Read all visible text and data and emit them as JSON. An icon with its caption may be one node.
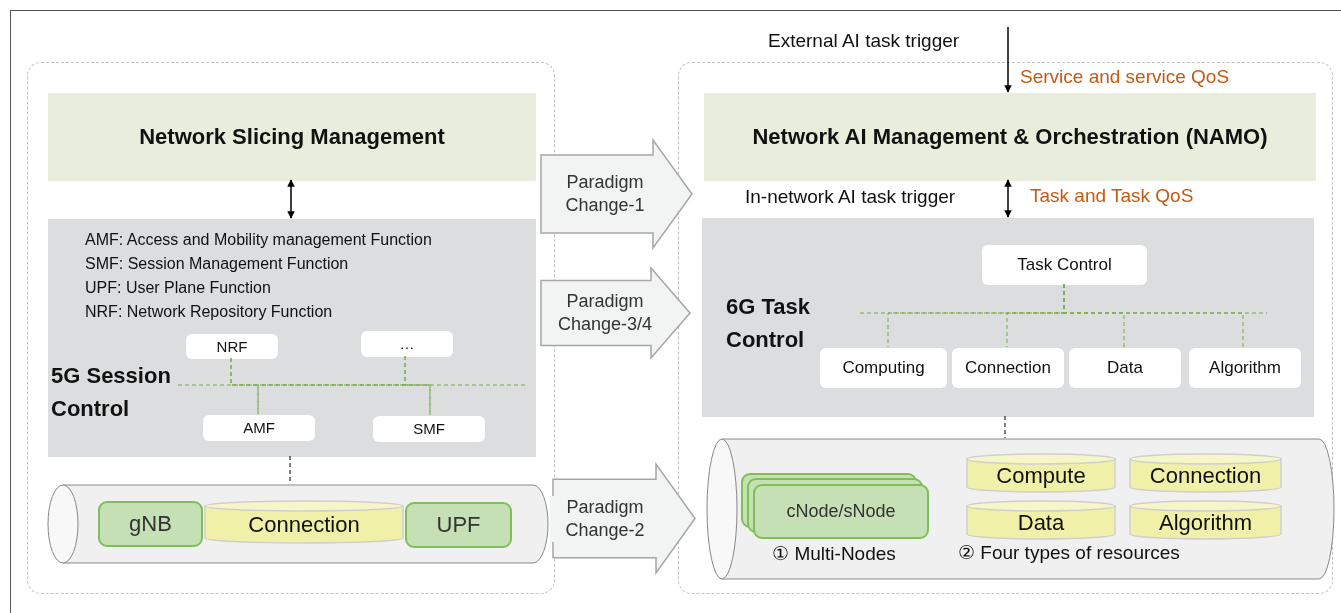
{
  "diagram": {
    "nodes": [
      {
        "text": [],
        "shape": "box"
      },
      {
        "text": [
          "Network Slicing Management"
        ],
        "in": 0
      },
      {
        "text": [
          "AMF: Access and Mobility management Function",
          "SMF: Session Management Function",
          "UPF: User Plane Function",
          "NRF: Network Repository Function",
          "5G Session Control"
        ],
        "in": 0
      },
      {
        "text": [
          "NRF"
        ],
        "in": 2
      },
      {
        "text": [
          "…"
        ],
        "in": 2
      },
      {
        "text": [
          "AMF"
        ],
        "in": 2
      },
      {
        "text": [
          "SMF"
        ],
        "in": 2
      },
      {
        "text": [],
        "shape": "cylinder",
        "in": 0
      },
      {
        "text": [
          "gNB"
        ],
        "in": 7
      },
      {
        "text": [
          "Connection"
        ],
        "in": 7
      },
      {
        "text": [
          "UPF"
        ],
        "in": 7
      },
      {
        "text": [],
        "shape": "box"
      },
      {
        "text": [
          "Network AI Management & Orchestration (NAMO)"
        ],
        "in": 11
      },
      {
        "text": [
          "6G Task Control"
        ],
        "in": 11
      },
      {
        "text": [
          "Task Control"
        ],
        "in": 13
      },
      {
        "text": [
          "Computing"
        ],
        "in": 13
      },
      {
        "text": [
          "Connection"
        ],
        "in": 13
      },
      {
        "text": [
          "Data"
        ],
        "in": 13
      },
      {
        "text": [
          "Algorithm"
        ],
        "in": 13
      },
      {
        "text": [],
        "shape": "cylinder",
        "in": 11
      },
      {
        "text": [
          "cNode/sNode"
        ],
        "beside": [
          "① Multi-Nodes"
        ],
        "in": 19
      },
      {
        "text": [
          "Compute"
        ],
        "in": 19
      },
      {
        "text": [
          "Connection"
        ],
        "in": 19
      },
      {
        "text": [
          "Data"
        ],
        "in": 19
      },
      {
        "text": [
          "Algorithm"
        ],
        "in": 19
      }
    ],
    "edges": [
      {
        "from": null,
        "to": 12,
        "arrow": "to",
        "label": "External AI task trigger",
        "color": "#000000"
      },
      {
        "from": 12,
        "to": 13,
        "arrow": "both",
        "label": "In-network AI task trigger",
        "color": "#000000"
      },
      {
        "from": 1,
        "to": 2,
        "arrow": "both",
        "color": "#000000"
      },
      {
        "from": 3,
        "to": 5,
        "arrow": "none",
        "style": "dashed",
        "color": "#70ad47"
      },
      {
        "from": 3,
        "to": 6,
        "arrow": "none",
        "style": "dashed",
        "color": "#70ad47"
      },
      {
        "from": 4,
        "to": 5,
        "arrow": "none",
        "style": "dashed",
        "color": "#70ad47"
      },
      {
        "from": 4,
        "to": 6,
        "arrow": "none",
        "style": "dashed",
        "color": "#70ad47"
      },
      {
        "from": 2,
        "to": 7,
        "arrow": "none",
        "style": "dashed",
        "color": "#000000"
      },
      {
        "from": 14,
        "to": 15,
        "arrow": "none",
        "style": "dashed",
        "color": "#70ad47"
      },
      {
        "from": 14,
        "to": 16,
        "arrow": "none",
        "style": "dashed",
        "color": "#70ad47"
      },
      {
        "from": 14,
        "to": 17,
        "arrow": "none",
        "style": "dashed",
        "color": "#70ad47"
      },
      {
        "from": 14,
        "to": 18,
        "arrow": "none",
        "style": "dashed",
        "color": "#70ad47"
      },
      {
        "from": 13,
        "to": 19,
        "arrow": "none",
        "style": "dashed",
        "color": "#000000"
      },
      {
        "from": 1,
        "to": 12,
        "arrow": "to",
        "label": "Paradigm Change-1",
        "style": "thick",
        "color": "#a6a6a6"
      },
      {
        "from": 2,
        "to": 13,
        "arrow": "to",
        "label": "Paradigm Change-3/4",
        "style": "thick",
        "color": "#a6a6a6"
      },
      {
        "from": 7,
        "to": 19,
        "arrow": "to",
        "label": "Paradigm Change-2",
        "style": "thick",
        "color": "#a6a6a6"
      }
    ],
    "labels": [
      "Service and service QoS",
      "Task and Task QoS",
      "② Four types of resources"
    ]
  }
}
